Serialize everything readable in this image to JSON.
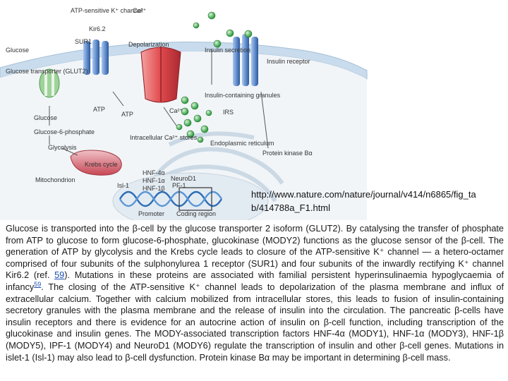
{
  "diagram": {
    "labels": {
      "atp_k_channel": "ATP-sensitive K⁺ channel",
      "kir62": "Kir6.2",
      "sur1": "SUR1",
      "ca_top": "Ca²⁺",
      "depolarization": "Depolarization",
      "insulin_secretion": "Insulin secretion",
      "insulin_receptor": "Insulin receptor",
      "glucose": "Glucose",
      "glut2": "Glucose transporter (GLUT2)",
      "atp_left": "ATP",
      "atp_mid": "ATP",
      "ca_mid": "Ca²⁺",
      "granules": "Insulin-containing granules",
      "irs": "IRS",
      "g6p": "Glucose-6-phosphate",
      "glycolysis": "Glycolysis",
      "intracellular_ca": "Intracellular Ca²⁺ stores",
      "er": "Endoplasmic reticulum",
      "krebs": "Krebs cycle",
      "pkb": "Protein kinase Bα",
      "mitochondrion": "Mitochondrion",
      "hnf4": "HNF-4α",
      "hnf1a": "HNF-1α",
      "hnf1b": "HNF-1β",
      "neurod1": "NeuroD1",
      "pf1": "PF-1",
      "isl1": "Isl-1",
      "promoter": "Promoter",
      "coding": "Coding region"
    },
    "url_line1": "http://www.nature.com/nature/journal/v414/n6865/fig_ta",
    "url_line2": "b/414788a_F1.html"
  },
  "caption": {
    "p1": "Glucose is transported into the β-cell by the glucose transporter 2 isoform (GLUT2). By catalysing the transfer of phosphate from ATP to glucose to form glucose-6-phosphate, glucokinase (MODY2) functions as the glucose sensor of the β-cell. The generation of ATP by glycolysis and the Krebs cycle leads to closure of the ATP-sensitive K⁺ channel — a hetero-octamer comprised of four subunits of the sulphonylurea 1 receptor (SUR1) and four subunits of the inwardly rectifying K⁺ channel Kir6.2 (ref. ",
    "ref1": "59",
    "p2": "). Mutations in these proteins are associated with familial persistent hyperinsulinaemia hypoglycaemia of infancy",
    "ref2": "59",
    "p3": ". The closing of the ATP-sensitive K⁺ channel leads to depolarization of the plasma membrane and influx of extracellular calcium. Together with calcium mobilized from intracellular stores, this leads to fusion of insulin-containing secretory granules with the plasma membrane and the release of insulin into the circulation. The pancreatic β-cells have insulin receptors and there is evidence for an autocrine action of insulin on β-cell function, including transcription of the glucokinase and insulin genes. The MODY-associated transcription factors HNF-4α (MODY1), HNF-1α (MODY3), HNF-1β (MODY5), IPF-1 (MODY4) and NeuroD1 (MODY6) regulate the transcription of insulin and other β-cell genes. Mutations in islet-1 (Isl-1) may also lead to β-cell dysfunction. Protein kinase Bα may be important in determining β-cell mass."
  },
  "colors": {
    "membrane": "#bcd4e6",
    "channel_blue": "#5a86c8",
    "channel_red": "#e0484c",
    "granule_green": "#3aa54a",
    "krebs_red": "#d0505a",
    "dna_blue": "#2d6db5"
  }
}
